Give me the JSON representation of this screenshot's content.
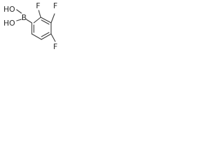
{
  "molecule": {
    "atoms": {
      "boron": "B",
      "hydroxyl_top": "HO",
      "hydroxyl_bottom": "HO",
      "fluorine_ortho": "F",
      "fluorine_meta": "F",
      "fluorine_para_position": "F"
    },
    "colors": {
      "bond": "#3a3a3a",
      "label": "#2a2a2a",
      "background": "#ffffff"
    }
  }
}
